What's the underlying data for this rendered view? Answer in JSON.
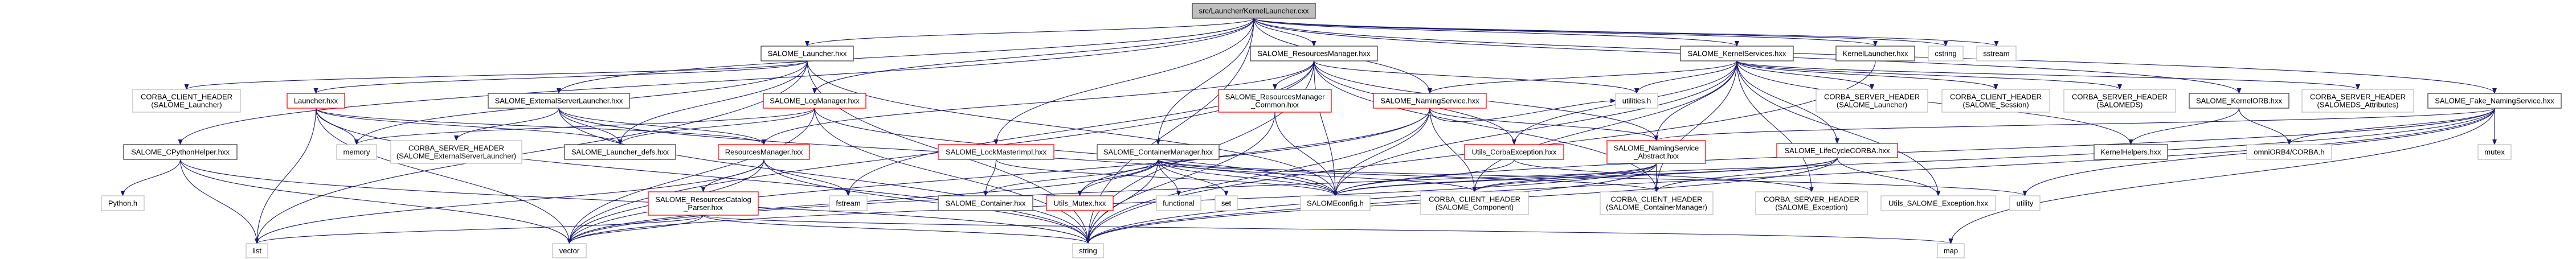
{
  "graph": {
    "edge_color": "#191970",
    "node_styles": {
      "root": {
        "fill": "#bfbfbf",
        "stroke": "#404040"
      },
      "documented": {
        "fill": "#ffffff",
        "stroke": "#404040"
      },
      "truncated": {
        "fill": "#ffffff",
        "stroke": "#ff0000"
      },
      "external": {
        "fill": "#ffffff",
        "stroke": "#bfbfbf"
      }
    },
    "nodes": [
      {
        "id": "root",
        "lines": [
          "src/Launcher/KernelLauncher.cxx"
        ],
        "style": "root"
      },
      {
        "id": "klh",
        "lines": [
          "KernelLauncher.hxx"
        ],
        "style": "documented"
      },
      {
        "id": "sl",
        "lines": [
          "SALOME_Launcher.hxx"
        ],
        "style": "documented"
      },
      {
        "id": "srm",
        "lines": [
          "SALOME_ResourcesManager.hxx"
        ],
        "style": "documented"
      },
      {
        "id": "sks",
        "lines": [
          "SALOME_KernelServices.hxx"
        ],
        "style": "documented"
      },
      {
        "id": "cstring",
        "lines": [
          "cstring"
        ],
        "style": "external"
      },
      {
        "id": "sstream",
        "lines": [
          "sstream"
        ],
        "style": "external"
      },
      {
        "id": "cch_launcher",
        "lines": [
          "CORBA_CLIENT_HEADER",
          "(SALOME_Launcher)"
        ],
        "style": "external"
      },
      {
        "id": "launcher",
        "lines": [
          "Launcher.hxx"
        ],
        "style": "truncated"
      },
      {
        "id": "esl",
        "lines": [
          "SALOME_ExternalServerLauncher.hxx"
        ],
        "style": "documented"
      },
      {
        "id": "logm",
        "lines": [
          "SALOME_LogManager.hxx"
        ],
        "style": "truncated"
      },
      {
        "id": "srmc",
        "lines": [
          "SALOME_ResourcesManager",
          "_Common.hxx"
        ],
        "style": "truncated"
      },
      {
        "id": "ns",
        "lines": [
          "SALOME_NamingService.hxx"
        ],
        "style": "truncated"
      },
      {
        "id": "utilities",
        "lines": [
          "utilities.h"
        ],
        "style": "external"
      },
      {
        "id": "csh_launcher",
        "lines": [
          "CORBA_SERVER_HEADER",
          "(SALOME_Launcher)"
        ],
        "style": "external"
      },
      {
        "id": "cch_session",
        "lines": [
          "CORBA_CLIENT_HEADER",
          "(SALOME_Session)"
        ],
        "style": "external"
      },
      {
        "id": "csh_salomeds",
        "lines": [
          "CORBA_SERVER_HEADER",
          "(SALOMEDS)"
        ],
        "style": "external"
      },
      {
        "id": "korb",
        "lines": [
          "SALOME_KernelORB.hxx"
        ],
        "style": "documented"
      },
      {
        "id": "csh_attr",
        "lines": [
          "CORBA_SERVER_HEADER",
          "(SALOMEDS_Attributes)"
        ],
        "style": "external"
      },
      {
        "id": "fakens",
        "lines": [
          "SALOME_Fake_NamingService.hxx"
        ],
        "style": "documented"
      },
      {
        "id": "cpy",
        "lines": [
          "SALOME_CPythonHelper.hxx"
        ],
        "style": "documented"
      },
      {
        "id": "memory",
        "lines": [
          "memory"
        ],
        "style": "external"
      },
      {
        "id": "csh_esl",
        "lines": [
          "CORBA_SERVER_HEADER",
          "(SALOME_ExternalServerLauncher)"
        ],
        "style": "external"
      },
      {
        "id": "defs",
        "lines": [
          "SALOME_Launcher_defs.hxx"
        ],
        "style": "documented"
      },
      {
        "id": "rm",
        "lines": [
          "ResourcesManager.hxx"
        ],
        "style": "truncated"
      },
      {
        "id": "lock",
        "lines": [
          "SALOME_LockMasterImpl.hxx"
        ],
        "style": "truncated"
      },
      {
        "id": "cm",
        "lines": [
          "SALOME_ContainerManager.hxx"
        ],
        "style": "documented"
      },
      {
        "id": "corbaexc",
        "lines": [
          "Utils_CorbaException.hxx"
        ],
        "style": "truncated"
      },
      {
        "id": "nsa",
        "lines": [
          "SALOME_NamingService",
          "_Abstract.hxx"
        ],
        "style": "truncated"
      },
      {
        "id": "lcc",
        "lines": [
          "SALOME_LifeCycleCORBA.hxx"
        ],
        "style": "truncated"
      },
      {
        "id": "helpers",
        "lines": [
          "KernelHelpers.hxx"
        ],
        "style": "documented"
      },
      {
        "id": "omni",
        "lines": [
          "omniORB4/CORBA.h"
        ],
        "style": "external"
      },
      {
        "id": "mutex",
        "lines": [
          "mutex"
        ],
        "style": "external"
      },
      {
        "id": "python",
        "lines": [
          "Python.h"
        ],
        "style": "external"
      },
      {
        "id": "parser",
        "lines": [
          "SALOME_ResourcesCatalog",
          "_Parser.hxx"
        ],
        "style": "truncated"
      },
      {
        "id": "fstream",
        "lines": [
          "fstream"
        ],
        "style": "external"
      },
      {
        "id": "container",
        "lines": [
          "SALOME_Container.hxx"
        ],
        "style": "documented"
      },
      {
        "id": "umutex",
        "lines": [
          "Utils_Mutex.hxx"
        ],
        "style": "truncated"
      },
      {
        "id": "functional",
        "lines": [
          "functional"
        ],
        "style": "external"
      },
      {
        "id": "set",
        "lines": [
          "set"
        ],
        "style": "external"
      },
      {
        "id": "config",
        "lines": [
          "SALOMEconfig.h"
        ],
        "style": "external"
      },
      {
        "id": "cch_comp",
        "lines": [
          "CORBA_CLIENT_HEADER",
          "(SALOME_Component)"
        ],
        "style": "external"
      },
      {
        "id": "cch_cm",
        "lines": [
          "CORBA_CLIENT_HEADER",
          "(SALOME_ContainerManager)"
        ],
        "style": "external"
      },
      {
        "id": "csh_exc",
        "lines": [
          "CORBA_SERVER_HEADER",
          "(SALOME_Exception)"
        ],
        "style": "external"
      },
      {
        "id": "use",
        "lines": [
          "Utils_SALOME_Exception.hxx"
        ],
        "style": "external"
      },
      {
        "id": "utility",
        "lines": [
          "utility"
        ],
        "style": "external"
      },
      {
        "id": "list",
        "lines": [
          "list"
        ],
        "style": "external"
      },
      {
        "id": "vector",
        "lines": [
          "vector"
        ],
        "style": "external"
      },
      {
        "id": "string",
        "lines": [
          "string"
        ],
        "style": "external"
      },
      {
        "id": "map",
        "lines": [
          "map"
        ],
        "style": "external"
      }
    ],
    "edges": [
      [
        "root",
        "klh"
      ],
      [
        "root",
        "sl"
      ],
      [
        "root",
        "srm"
      ],
      [
        "root",
        "sks"
      ],
      [
        "root",
        "cstring"
      ],
      [
        "root",
        "sstream"
      ],
      [
        "root",
        "cm"
      ],
      [
        "root",
        "lock"
      ],
      [
        "root",
        "esl"
      ],
      [
        "root",
        "logm"
      ],
      [
        "root",
        "cpy"
      ],
      [
        "root",
        "ns"
      ],
      [
        "root",
        "fakens"
      ],
      [
        "root",
        "korb"
      ],
      [
        "root",
        "string"
      ],
      [
        "klh",
        "string"
      ],
      [
        "sl",
        "cch_launcher"
      ],
      [
        "sl",
        "launcher"
      ],
      [
        "sl",
        "defs"
      ],
      [
        "sl",
        "config"
      ],
      [
        "sl",
        "string"
      ],
      [
        "sl",
        "list"
      ],
      [
        "sl",
        "memory"
      ],
      [
        "launcher",
        "memory"
      ],
      [
        "launcher",
        "defs"
      ],
      [
        "launcher",
        "rm"
      ],
      [
        "launcher",
        "string"
      ],
      [
        "launcher",
        "vector"
      ],
      [
        "launcher",
        "list"
      ],
      [
        "cpy",
        "python"
      ],
      [
        "cpy",
        "string"
      ],
      [
        "cpy",
        "vector"
      ],
      [
        "cpy",
        "list"
      ],
      [
        "esl",
        "csh_esl"
      ],
      [
        "esl",
        "defs"
      ],
      [
        "esl",
        "config"
      ],
      [
        "esl",
        "string"
      ],
      [
        "esl",
        "rm"
      ],
      [
        "logm",
        "defs"
      ],
      [
        "logm",
        "config"
      ],
      [
        "logm",
        "vector"
      ],
      [
        "logm",
        "string"
      ],
      [
        "logm",
        "memory"
      ],
      [
        "rm",
        "parser"
      ],
      [
        "rm",
        "fstream"
      ],
      [
        "rm",
        "vector"
      ],
      [
        "rm",
        "string"
      ],
      [
        "rm",
        "list"
      ],
      [
        "parser",
        "vector"
      ],
      [
        "parser",
        "string"
      ],
      [
        "parser",
        "list"
      ],
      [
        "parser",
        "map"
      ],
      [
        "srm",
        "srmc"
      ],
      [
        "srm",
        "rm"
      ],
      [
        "srm",
        "config"
      ],
      [
        "srm",
        "nsa"
      ],
      [
        "srm",
        "utilities"
      ],
      [
        "srm",
        "cch_cm"
      ],
      [
        "srm",
        "corbaexc"
      ],
      [
        "srm",
        "fstream"
      ],
      [
        "srm",
        "vector"
      ],
      [
        "srm",
        "string"
      ],
      [
        "srmc",
        "config"
      ],
      [
        "srmc",
        "string"
      ],
      [
        "lock",
        "container"
      ],
      [
        "lock",
        "config"
      ],
      [
        "cm",
        "container"
      ],
      [
        "cm",
        "umutex"
      ],
      [
        "cm",
        "functional"
      ],
      [
        "cm",
        "set"
      ],
      [
        "cm",
        "config"
      ],
      [
        "cm",
        "string"
      ],
      [
        "cm",
        "vector"
      ],
      [
        "cm",
        "cch_comp"
      ],
      [
        "cm",
        "cch_cm"
      ],
      [
        "cm",
        "utility"
      ],
      [
        "ns",
        "nsa"
      ],
      [
        "ns",
        "umutex"
      ],
      [
        "ns",
        "utilities"
      ],
      [
        "ns",
        "config"
      ],
      [
        "ns",
        "vector"
      ],
      [
        "ns",
        "string"
      ],
      [
        "ns",
        "cch_comp"
      ],
      [
        "nsa",
        "cch_cm"
      ],
      [
        "nsa",
        "cch_comp"
      ],
      [
        "nsa",
        "config"
      ],
      [
        "nsa",
        "string"
      ],
      [
        "nsa",
        "vector"
      ],
      [
        "corbaexc",
        "csh_exc"
      ],
      [
        "corbaexc",
        "config"
      ],
      [
        "sks",
        "ns"
      ],
      [
        "sks",
        "utilities"
      ],
      [
        "sks",
        "nsa"
      ],
      [
        "sks",
        "corbaexc"
      ],
      [
        "sks",
        "lcc"
      ],
      [
        "sks",
        "csh_launcher"
      ],
      [
        "sks",
        "cch_session"
      ],
      [
        "sks",
        "csh_salomeds"
      ],
      [
        "sks",
        "csh_attr"
      ],
      [
        "sks",
        "helpers"
      ],
      [
        "sks",
        "config"
      ],
      [
        "sks",
        "cch_cm"
      ],
      [
        "sks",
        "cch_comp"
      ],
      [
        "sks",
        "csh_exc"
      ],
      [
        "sks",
        "use"
      ],
      [
        "lcc",
        "use"
      ],
      [
        "lcc",
        "cch_cm"
      ],
      [
        "lcc",
        "cch_comp"
      ],
      [
        "lcc",
        "config"
      ],
      [
        "lcc",
        "string"
      ],
      [
        "korb",
        "helpers"
      ],
      [
        "korb",
        "omni"
      ],
      [
        "fakens",
        "omni"
      ],
      [
        "fakens",
        "mutex"
      ],
      [
        "fakens",
        "nsa"
      ],
      [
        "fakens",
        "config"
      ],
      [
        "fakens",
        "string"
      ],
      [
        "fakens",
        "vector"
      ],
      [
        "fakens",
        "map"
      ],
      [
        "fakens",
        "utility"
      ]
    ]
  }
}
